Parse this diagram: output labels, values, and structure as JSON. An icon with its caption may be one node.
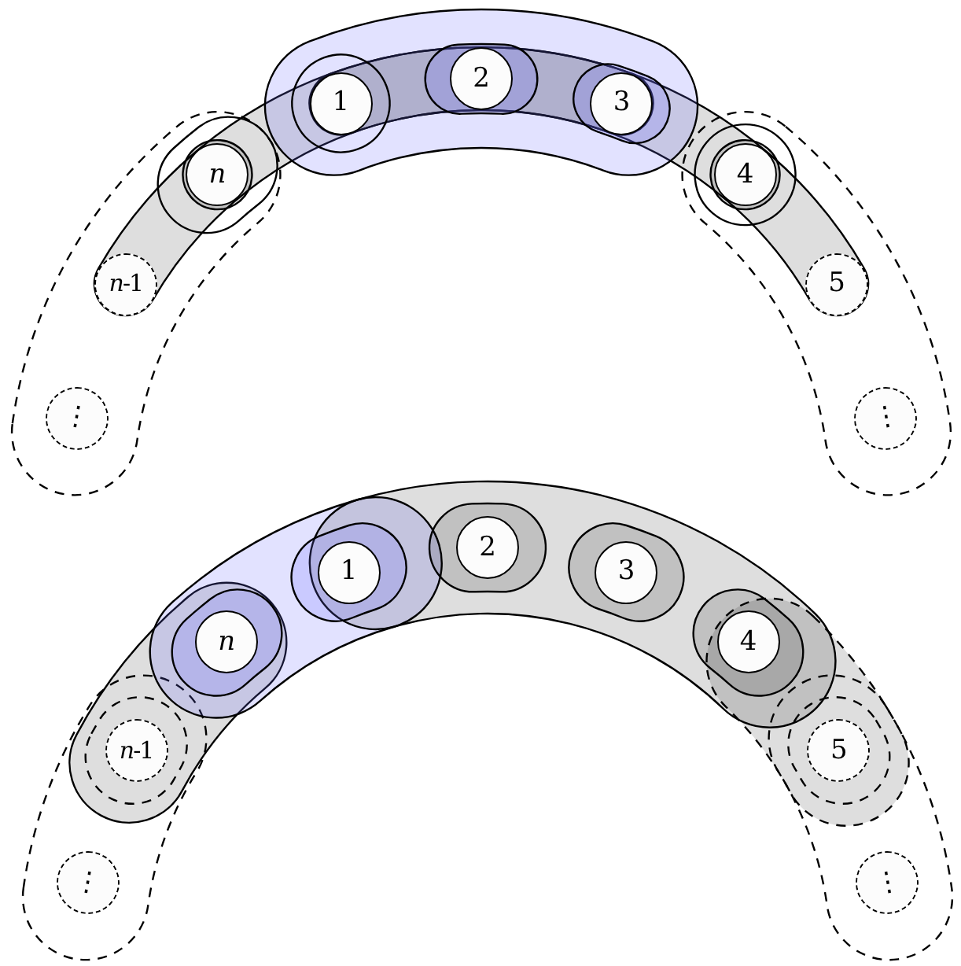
{
  "diagram": {
    "nodes": [
      {
        "text": [
          "⋮"
        ]
      },
      {
        "text": [
          "*n*-1"
        ]
      },
      {
        "text": [
          "n"
        ]
      },
      {
        "text": [
          "1"
        ]
      },
      {
        "text": [
          "2"
        ]
      },
      {
        "text": [
          "3"
        ]
      },
      {
        "text": [
          "4"
        ]
      },
      {
        "text": [
          "5"
        ]
      },
      {
        "text": [
          "⋮"
        ]
      },
      {
        "text": [
          "⋮"
        ]
      },
      {
        "text": [
          "*n*-1"
        ]
      },
      {
        "text": [
          "n"
        ]
      },
      {
        "text": [
          "1"
        ]
      },
      {
        "text": [
          "2"
        ]
      },
      {
        "text": [
          "3"
        ]
      },
      {
        "text": [
          "4"
        ]
      },
      {
        "text": [
          "5"
        ]
      },
      {
        "text": [
          "⋮"
        ]
      }
    ]
  }
}
